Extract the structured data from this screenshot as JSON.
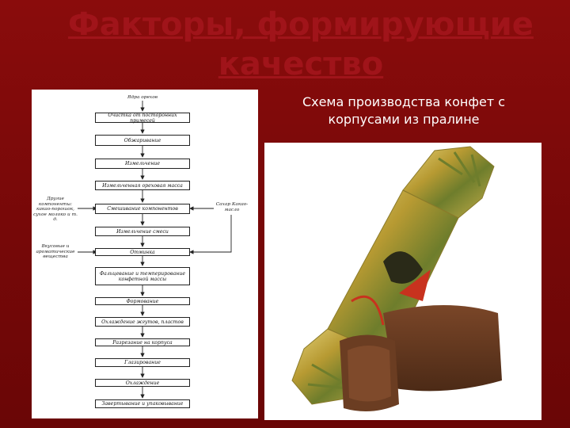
{
  "slide": {
    "title": "Факторы, формирующие качество",
    "subtitle": "Схема производства конфет с корпусами из пралине"
  },
  "flowchart": {
    "input_top": "Ядра орехов",
    "steps": [
      "Очистка от посторонних примесей",
      "Обжаривание",
      "Измельчение",
      "Измельченная ореховая масса",
      "Смешивание компонентов",
      "Измельчение смеси",
      "Отминка",
      "Фальцевание и темперирование конфетной массы",
      "Формование",
      "Охлаждение жгутов, пластов",
      "Разрезание на корпуса",
      "Глазирование",
      "Охлаждение",
      "Завертывание и упаковывание"
    ],
    "side_input_left_1": "Другие компоненты: какао-порошок, сухое молоко и т. д.",
    "side_input_left_2": "Вкусовые и ароматические вещества",
    "side_input_right": "Сахар Какао-масло"
  },
  "photo": {
    "icon": "praline-candy-photo",
    "colors": {
      "wrapper_gold": "#c9b04a",
      "wrapper_green": "#6e7d2c",
      "wrapper_red": "#c8321e",
      "chocolate": "#6b3d22",
      "chocolate_inner": "#7f4a2b"
    }
  },
  "colors": {
    "background": "#7a0a0a",
    "title": "#a0141a",
    "subtitle": "#ffffff"
  }
}
